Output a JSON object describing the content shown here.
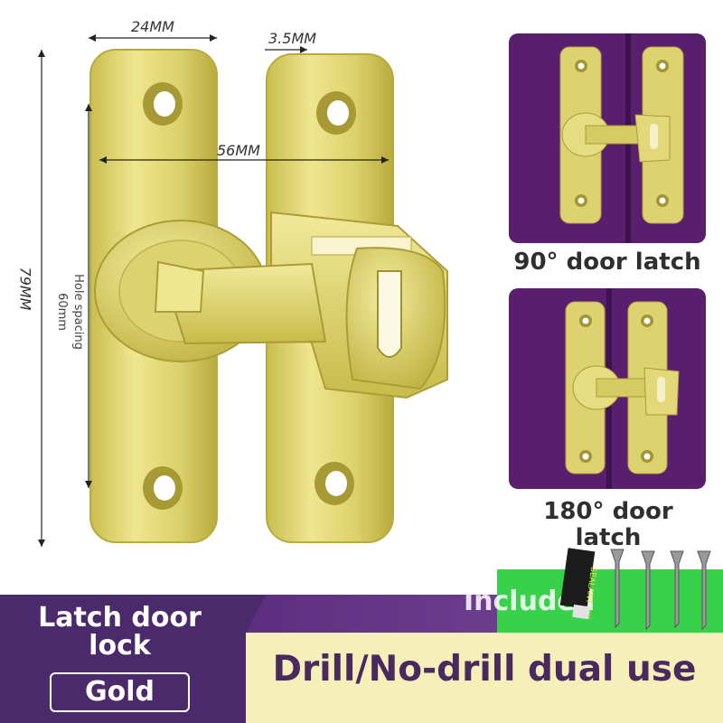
{
  "dimensions": {
    "width_top": "24MM",
    "thickness": "3.5MM",
    "total_width": "56MM",
    "height": "79MM",
    "hole_spacing_label": "Hole spacing",
    "hole_spacing_value": "60mm"
  },
  "thumbnails": [
    {
      "label": "90° door latch"
    },
    {
      "label": "180° door latch"
    }
  ],
  "included": {
    "label": "Included",
    "sealant_text": "SEALANT FIX"
  },
  "product": {
    "name": "Latch door lock",
    "color": "Gold"
  },
  "tagline": "Drill/No-drill dual use",
  "colors": {
    "gold": "#d8cf6a",
    "purple": "#5a1e6e",
    "green": "#3fd04a",
    "banner": "#4b2a6b",
    "cream": "#f7efb9"
  }
}
